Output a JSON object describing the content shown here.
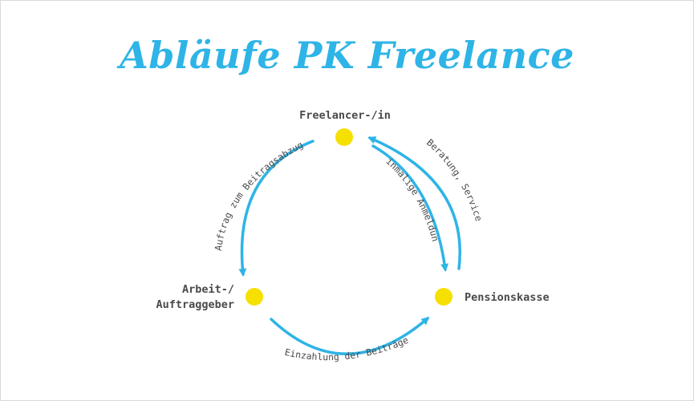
{
  "title": "Abläufe PK Freelance",
  "nodes": {
    "freelancer": "Freelancer-/in",
    "employer_line1": "Arbeit-/",
    "employer_line2": "Auftraggeber",
    "pension_fund": "Pensionskasse"
  },
  "edges": {
    "order_deduction": "Auftrag zum Beitragsabzug",
    "one_time_registration": "einmalige Anmeldung",
    "advice_service": "Beratung, Service",
    "contributions": "Einzahlung der Beiträge"
  },
  "colors": {
    "accent": "#2eb4e6",
    "node": "#f5e000",
    "text": "#4a4a4a"
  }
}
